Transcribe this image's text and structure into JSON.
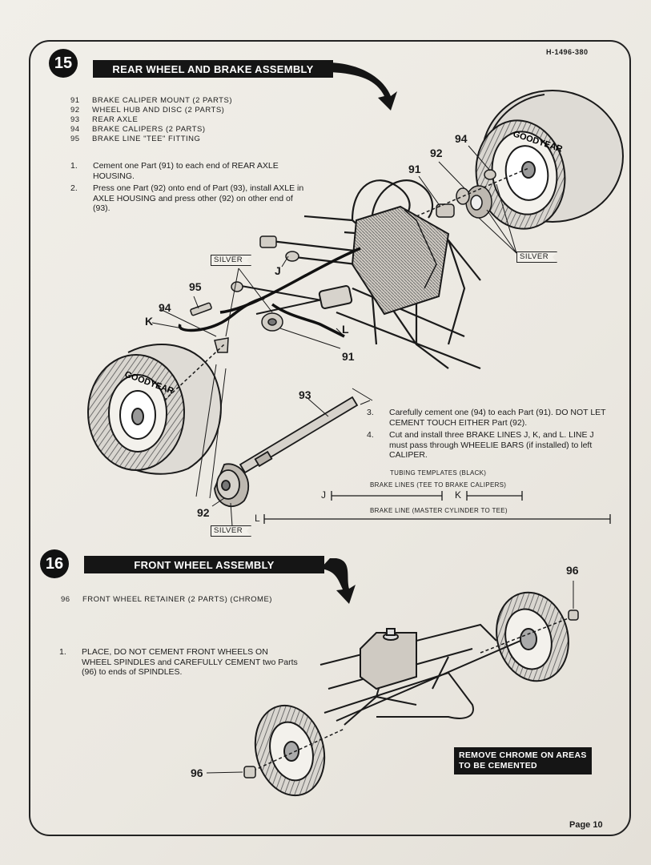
{
  "header": {
    "part_number": "H-1496-380"
  },
  "step15": {
    "number": "15",
    "title": "REAR WHEEL AND BRAKE ASSEMBLY",
    "parts": [
      {
        "num": "91",
        "desc": "BRAKE CALIPER MOUNT (2 PARTS)"
      },
      {
        "num": "92",
        "desc": "WHEEL HUB AND DISC (2 PARTS)"
      },
      {
        "num": "93",
        "desc": "REAR AXLE"
      },
      {
        "num": "94",
        "desc": "BRAKE CALIPERS (2 PARTS)"
      },
      {
        "num": "95",
        "desc": "BRAKE LINE \"TEE\" FITTING"
      }
    ],
    "instructions": [
      {
        "num": "1.",
        "text": "Cement one Part (91) to each end of REAR AXLE HOUSING."
      },
      {
        "num": "2.",
        "text": "Press one Part (92) onto end of Part (93), install AXLE in AXLE HOUSING and press other (92) on other end of (93)."
      }
    ],
    "instructions_b": [
      {
        "num": "3.",
        "text": "Carefully cement one (94) to each Part (91). DO NOT LET CEMENT TOUCH EITHER Part (92)."
      },
      {
        "num": "4.",
        "text": "Cut and install three BRAKE LINES J, K, and L. LINE J must pass through WHEELIE BARS (if installed) to left CALIPER."
      }
    ],
    "callouts": {
      "c94_right": "94",
      "c92_right": "92",
      "c91_right": "91",
      "c95": "95",
      "c94_left": "94",
      "k": "K",
      "j": "J",
      "l": "L",
      "c91_mid": "91",
      "c93": "93",
      "c92_bottom": "92"
    },
    "silver_tags": [
      "SILVER",
      "SILVER",
      "SILVER"
    ],
    "tubing": {
      "title": "TUBING TEMPLATES (BLACK)",
      "brake_lines_label": "BRAKE LINES (TEE TO BRAKE CALIPERS)",
      "master_label": "BRAKE LINE (MASTER CYLINDER TO TEE)",
      "j": "J",
      "k": "K",
      "l": "L"
    },
    "tire_brand": "GOOD YEAR"
  },
  "step16": {
    "number": "16",
    "title": "FRONT WHEEL ASSEMBLY",
    "parts": [
      {
        "num": "96",
        "desc": "FRONT WHEEL RETAINER (2 PARTS) (CHROME)"
      }
    ],
    "instructions": [
      {
        "num": "1.",
        "text": "PLACE, DO NOT CEMENT FRONT WHEELS ON WHEEL SPINDLES and CAREFULLY CEMENT two Parts (96) to ends of SPINDLES."
      }
    ],
    "callouts": {
      "c96_top": "96",
      "c96_bottom": "96"
    },
    "note": "REMOVE CHROME ON AREAS TO BE CEMENTED"
  },
  "footer": {
    "page": "Page 10"
  }
}
